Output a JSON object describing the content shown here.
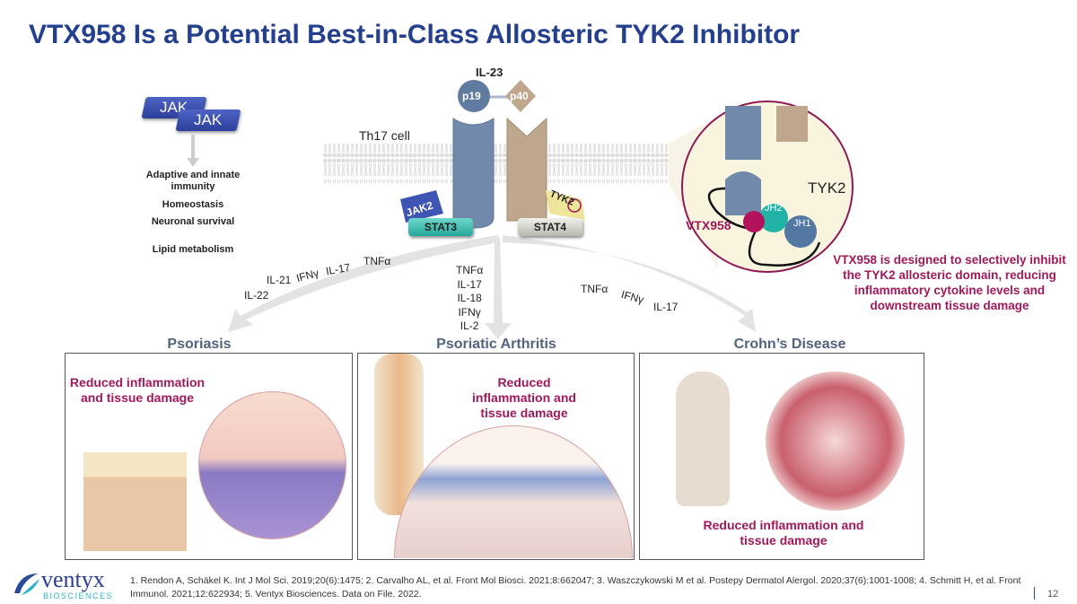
{
  "title": "VTX958 Is a Potential Best-in-Class Allosteric TYK2 Inhibitor",
  "jak_labels": [
    "JAK",
    "JAK"
  ],
  "jak_functions": [
    "Adaptive and innate immunity",
    "Homeostasis",
    "Neuronal survival",
    "Lipid metabolism"
  ],
  "pathway": {
    "cytokine": "IL-23",
    "subunits": [
      "p19",
      "p40"
    ],
    "cell": "Th17 cell",
    "jak2": "JAK2",
    "tyk2_small": "TYK2",
    "stat3": "STAT3",
    "stat4": "STAT4"
  },
  "inset": {
    "tyk2": "TYK2",
    "jh2": "JH2",
    "jh1": "JH1",
    "drug": "VTX958"
  },
  "mechanism_text": "VTX958 is designed to selectively inhibit the TYK2 allosteric domain, reducing inflammatory cytokine levels and downstream tissue damage",
  "cytokines": {
    "psoriasis": [
      "IL-22",
      "IL-21",
      "IFNγ",
      "IL-17",
      "TNFα"
    ],
    "psa": [
      "TNFα",
      "IL-17",
      "IL-18",
      "IFNγ",
      "IL-2"
    ],
    "crohns": [
      "TNFα",
      "IFNγ",
      "IL-17"
    ]
  },
  "diseases": [
    {
      "name": "Psoriasis",
      "outcome": "Reduced inflammation and tissue damage"
    },
    {
      "name": "Psoriatic Arthritis",
      "outcome": "Reduced inflammation and tissue damage"
    },
    {
      "name": "Crohn’s Disease",
      "outcome": "Reduced inflammation and tissue damage"
    }
  ],
  "footer": {
    "logo": "ventyx BIOSCIENCES",
    "references": "1. Rendon A, Schäkel K. Int J Mol Sci. 2019;20(6):1475; 2. Carvalho AL, et al. Front Mol Biosci. 2021;8:662047; 3. Waszczykowski M et al. Postepy Dermatol Alergol. 2020;37(6):1001-1008; 4. Schmitt H, et al. Front Immunol. 2021;12:622934; 5. Ventyx Biosciences. Data on File. 2022.",
    "page": "12"
  }
}
